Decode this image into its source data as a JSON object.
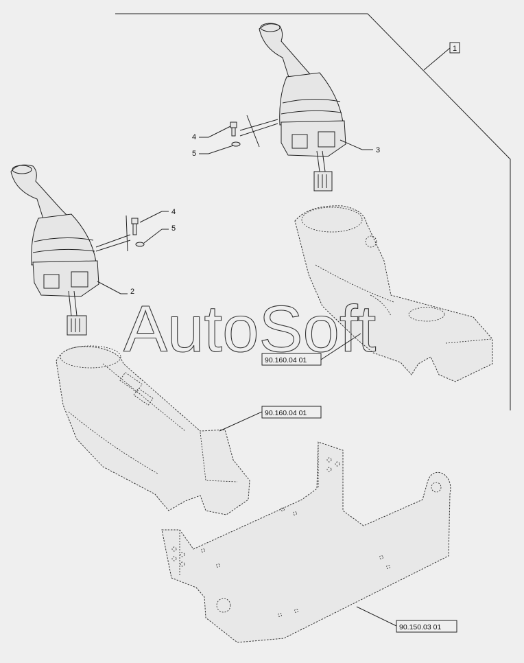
{
  "watermark": "AutoSoft",
  "callouts": {
    "item1": "1",
    "item2": "2",
    "item3": "3",
    "item4a": "4",
    "item5a": "5",
    "item4b": "4",
    "item5b": "5"
  },
  "references": {
    "console_right": "90.160.04 01",
    "console_left": "90.160.04 01",
    "bracket": "90.150.03 01"
  }
}
